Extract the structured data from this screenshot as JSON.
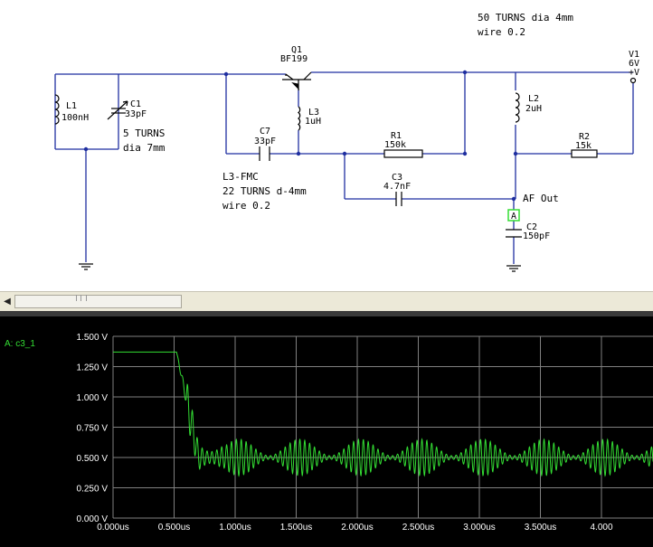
{
  "schematic": {
    "q1_ref": "Q1",
    "q1_part": "BF199",
    "l1_ref": "L1",
    "l1_value": "100nH",
    "c1_ref": "C1",
    "c1_value": "33pF",
    "c1_note_line1": "5 TURNS",
    "c1_note_line2": "dia 7mm",
    "c7_ref": "C7",
    "c7_value": "33pF",
    "l3_ref": "L3",
    "l3_value": "1uH",
    "r1_ref": "R1",
    "r1_value": "150k",
    "c3_ref": "C3",
    "c3_value": "4.7nF",
    "l2_ref": "L2",
    "l2_value": "2uH",
    "r2_ref": "R2",
    "r2_value": "15k",
    "v1_ref": "V1",
    "v1_value": "6V",
    "v1_pin": "+V",
    "c2_ref": "C2",
    "c2_value": "150pF",
    "af_out": "AF Out",
    "probe_label": "A",
    "note_top_line1": "50 TURNS dia 4mm",
    "note_top_line2": "wire 0.2",
    "note_l3_line1": "L3-FMC",
    "note_l3_line2": "22 TURNS d-4mm",
    "note_l3_line3": "wire 0.2"
  },
  "scrollbar": {
    "left_arrow": "◀"
  },
  "colors": {
    "wire": "#1f2fa0",
    "trace": "#33dd33",
    "grid": "#808080",
    "probe_box": "#33dd33"
  },
  "chart_data": {
    "type": "line",
    "title": "",
    "xlabel": "",
    "ylabel": "",
    "series": [
      {
        "name": "A: c3_1"
      }
    ],
    "y_ticks": [
      "0.000 V",
      "0.250 V",
      "0.500 V",
      "0.750 V",
      "1.000 V",
      "1.250 V",
      "1.500 V"
    ],
    "x_ticks": [
      "0.000us",
      "0.500us",
      "1.000us",
      "1.500us",
      "2.000us",
      "2.500us",
      "3.000us",
      "3.500us",
      "4.000"
    ],
    "xlim": [
      0,
      4.2
    ],
    "ylim": [
      0,
      1.5
    ],
    "grid": true,
    "initial_level_v": 1.37,
    "drop_time_us": 0.6,
    "settled_mean_v": 0.5,
    "oscillation_amplitude_v": 0.15,
    "oscillation_frequency_mhz": 25,
    "envelope_period_us": 0.5
  }
}
